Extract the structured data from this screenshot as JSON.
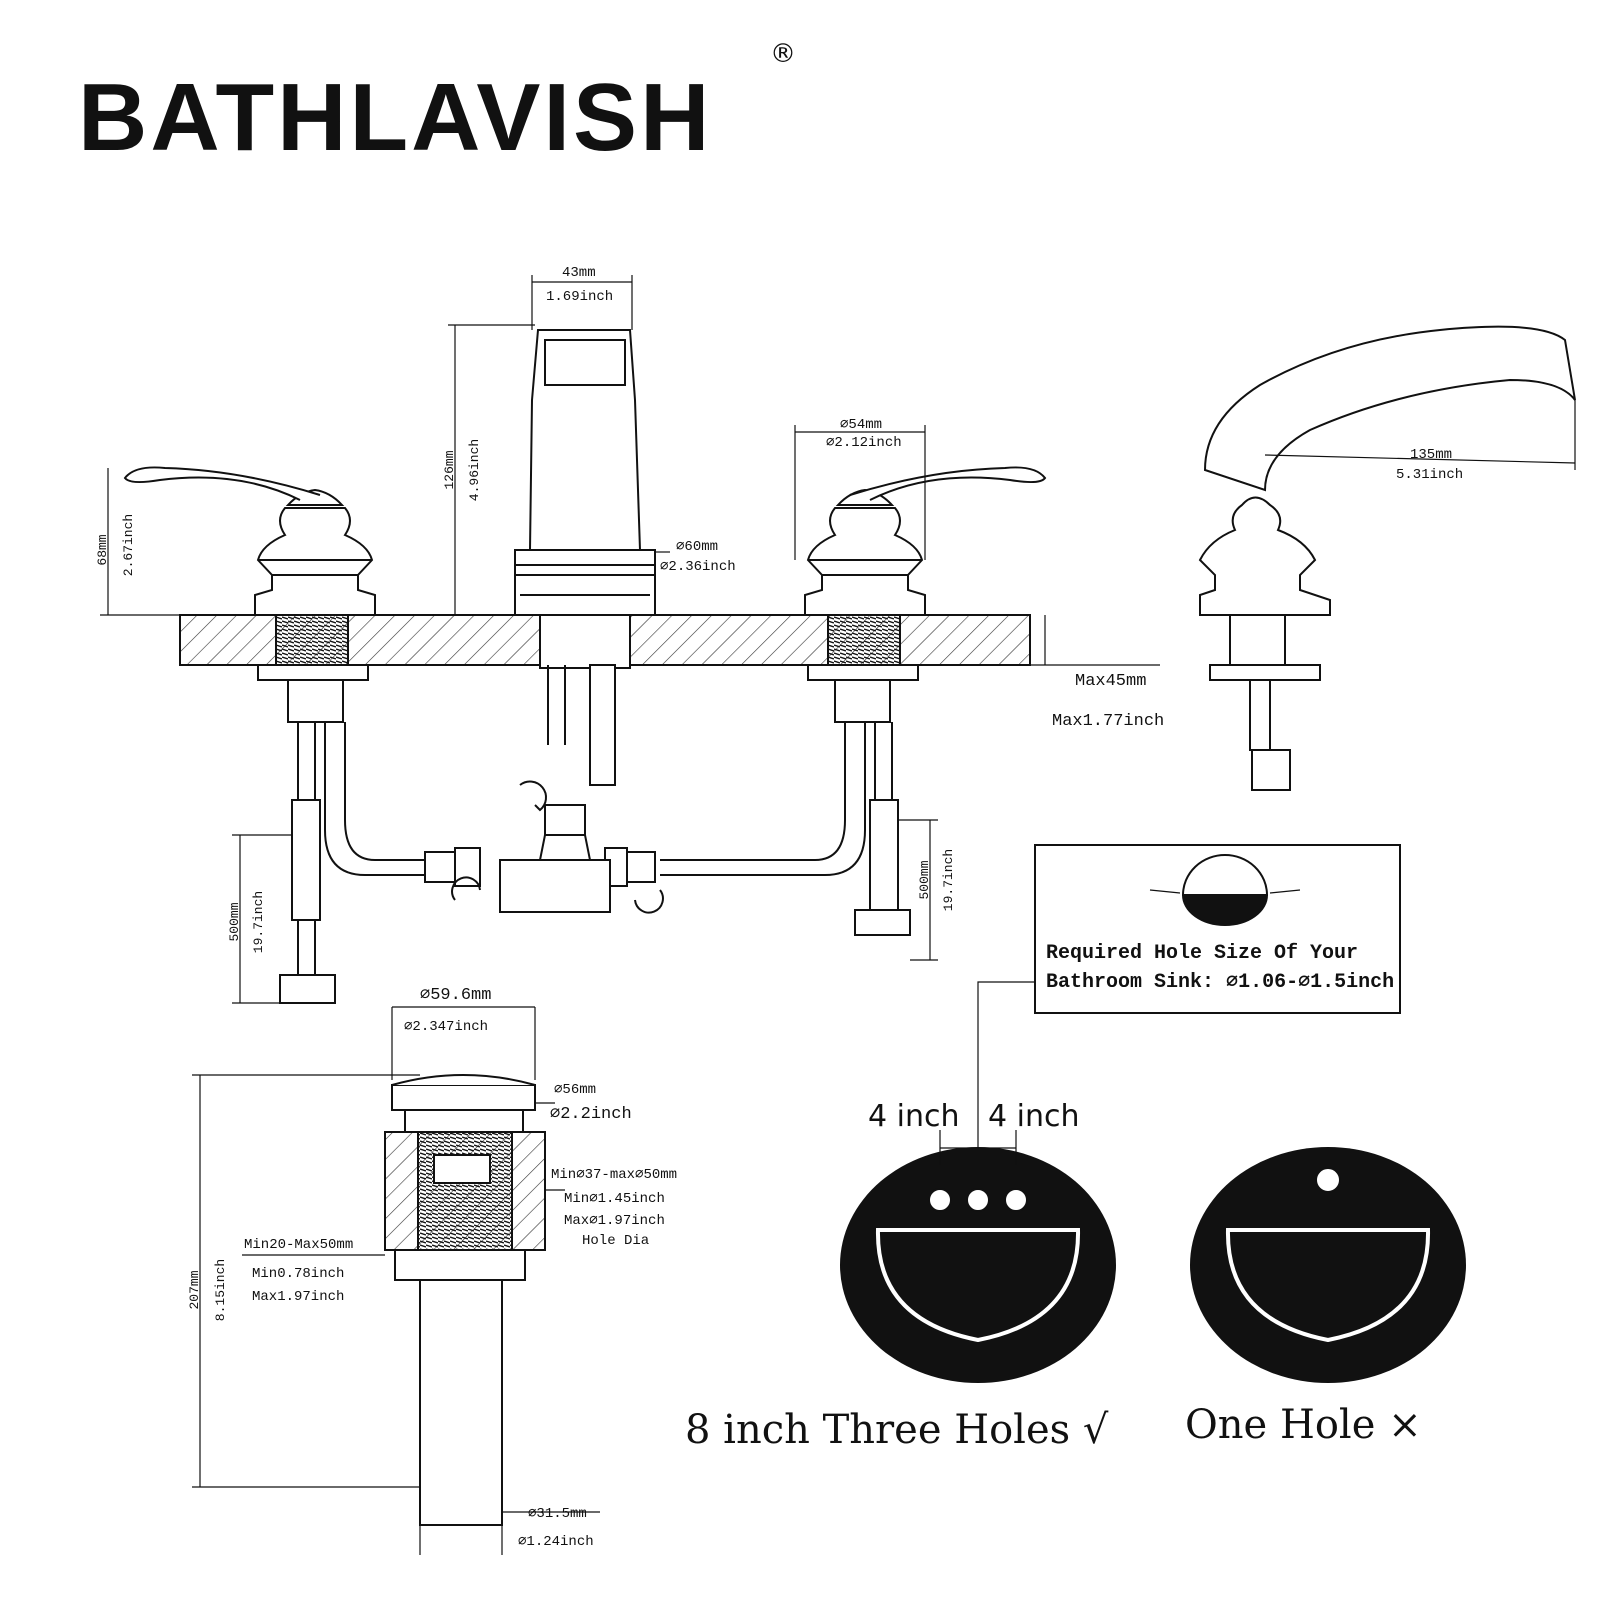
{
  "brand": {
    "name": "BATHLAVISH",
    "mark": "®"
  },
  "faucet": {
    "spout_width_mm": "43mm",
    "spout_width_in": "1.69inch",
    "spout_height_mm": "126mm",
    "spout_height_in": "4.96inch",
    "spout_base_mm": "⌀60mm",
    "spout_base_in": "⌀2.36inch",
    "handle_dia_mm": "⌀54mm",
    "handle_dia_in": "⌀2.12inch",
    "handle_height_mm": "68mm",
    "handle_height_in": "2.67inch",
    "reach_mm": "135mm",
    "reach_in": "5.31inch",
    "deck_max_mm": "Max45mm",
    "deck_max_in": "Max1.77inch",
    "hose_left_mm": "500mm",
    "hose_left_in": "19.7inch",
    "hose_right_mm": "500mm",
    "hose_right_in": "19.7inch"
  },
  "hole_note": {
    "line1": "Required Hole Size Of Your",
    "line2": "Bathroom Sink: ⌀1.06-⌀1.5inch"
  },
  "drain": {
    "cap_mm": "⌀59.6mm",
    "cap_in": "⌀2.347inch",
    "flange_mm": "⌀56mm",
    "flange_in": "⌀2.2inch",
    "hole_range_mm": "Min⌀37-max⌀50mm",
    "hole_min_in": "Min⌀1.45inch",
    "hole_max_in": "Max⌀1.97inch",
    "hole_dia": "Hole Dia",
    "thick_mm": "Min20-Max50mm",
    "thick_min_in": "Min0.78inch",
    "thick_max_in": "Max1.97inch",
    "height_mm": "207mm",
    "height_in": "8.15inch",
    "tail_mm": "⌀31.5mm",
    "tail_in": "⌀1.24inch"
  },
  "sinks": {
    "spacing_left": "4 inch",
    "spacing_right": "4 inch",
    "three_holes_caption": "8 inch Three Holes √",
    "one_hole_caption": "One Hole ×"
  }
}
